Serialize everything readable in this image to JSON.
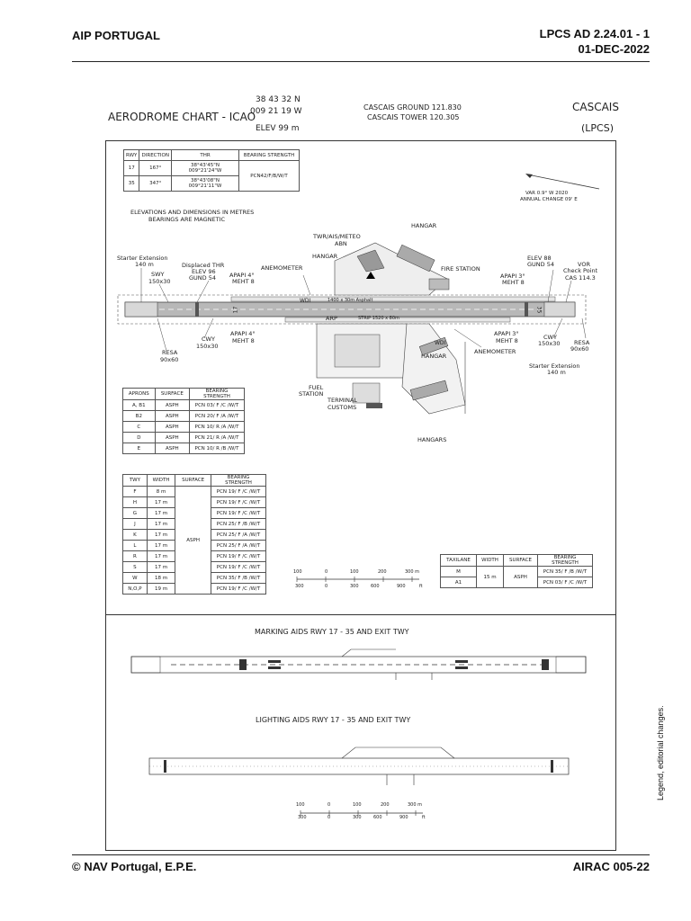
{
  "header": {
    "left": "AIP PORTUGAL",
    "code": "LPCS AD 2.24.01 - 1",
    "date": "01-DEC-2022"
  },
  "footer": {
    "left": "© NAV Portugal, E.P.E.",
    "right": "AIRAC 005-22"
  },
  "side_note": "Legend, editorial changes.",
  "chart": {
    "title": "AERODROME CHART - ICAO",
    "lat": "38 43 32 N",
    "lon": "009 21 19 W",
    "elev": "ELEV  99 m",
    "ground": "CASCAIS GROUND 121.830",
    "tower": "CASCAIS TOWER 120.305",
    "name": "CASCAIS",
    "icao": "(LPCS)",
    "var": "VAR 0.9° W 2020",
    "annual": "ANNUAL CHANGE 09' E",
    "notes1": "ELEVATIONS AND DIMENSIONS IN METRES",
    "notes2": "BEARINGS ARE MAGNETIC",
    "labels": {
      "twr": "TWR/AIS/METEO",
      "abn": "ABN",
      "hangar_top": "HANGAR",
      "hangar_mid": "HANGAR",
      "anemometer_top": "ANEMOMETER",
      "fire": "FIRE STATION",
      "starter_left": "Starter Extension",
      "starter_left_dim": "140 m",
      "swy": "SWY",
      "swy_dim": "150x30",
      "displaced": "Displaced THR",
      "elev96": "ELEV 96",
      "gund54a": "GUND 54",
      "papi_left": "APAPI 4°",
      "meht_left": "MEHT 8",
      "elev88": "ELEV 88",
      "gund54b": "GUND 54",
      "vor": "VOR",
      "checkpt": "Check Point",
      "cas": "CAS 114.3",
      "papi_right": "APAPI 3°",
      "meht_right": "MEHT 8",
      "rwy_dims": "1400 x 30m  Asphalt",
      "strip_dims": "STRIP  1520 x 80m",
      "arp": "ARP",
      "wdi_left": "WDI",
      "wdi_right": "WDI",
      "papi_b_left": "APAPI 4°",
      "meht_b_left": "MEHT 8",
      "papi_b_right": "APAPI 3°",
      "meht_b_right": "MEHT 8",
      "cwy_left": "CWY",
      "cwy_left_dim": "150x30",
      "resa_left": "RESA",
      "resa_left_dim": "90x60",
      "cwy_right": "CWY",
      "cwy_right_dim": "150x30",
      "resa_right": "RESA",
      "resa_right_dim": "90x60",
      "starter_right": "Starter Extension",
      "starter_right_dim": "140 m",
      "anemometer_bot": "ANEMOMETER",
      "hangar_bot": "HANGAR",
      "fuel": "FUEL",
      "fuel_station": "STATION",
      "terminal": "TERMINAL",
      "customs": "CUSTOMS",
      "hangars": "HANGARS",
      "rwy17": "17",
      "rwy35": "35"
    },
    "rwy_table": {
      "headers": [
        "RWY",
        "DIRECTION",
        "THR",
        "BEARING STRENGTH"
      ],
      "rows": [
        [
          "17",
          "167°",
          "38°43'45\"N 009°21'24\"W"
        ],
        [
          "35",
          "347°",
          "38°43'08\"N 009°21'11\"W"
        ]
      ],
      "strength": "PCN42/F/B/W/T"
    },
    "apron_table": {
      "headers": [
        "APRONS",
        "SURFACE",
        "BEARING STRENGTH"
      ],
      "rows": [
        [
          "A, B1",
          "ASPH",
          "PCN 03/ F /C /W/T"
        ],
        [
          "B2",
          "ASPH",
          "PCN 20/ F /A /W/T"
        ],
        [
          "C",
          "ASPH",
          "PCN 10/ R /A /W/T"
        ],
        [
          "D",
          "ASPH",
          "PCN 21/ R /A /W/T"
        ],
        [
          "E",
          "ASPH",
          "PCN 10/ R /B /W/T"
        ]
      ]
    },
    "twy_table": {
      "headers": [
        "TWY",
        "WIDTH",
        "SURFACE",
        "BEARING STRENGTH"
      ],
      "surface": "ASPH",
      "rows": [
        [
          "F",
          "8 m",
          "PCN 19/ F /C /W/T"
        ],
        [
          "H",
          "17 m",
          "PCN 19/ F /C /W/T"
        ],
        [
          "G",
          "17 m",
          "PCN 19/ F /C /W/T"
        ],
        [
          "J",
          "17 m",
          "PCN 25/ F /B /W/T"
        ],
        [
          "K",
          "17 m",
          "PCN 25/ F /A /W/T"
        ],
        [
          "L",
          "17 m",
          "PCN 25/ F /A /W/T"
        ],
        [
          "R",
          "17 m",
          "PCN 19/ F /C /W/T"
        ],
        [
          "S",
          "17 m",
          "PCN 19/ F /C /W/T"
        ],
        [
          "W",
          "18 m",
          "PCN 35/ F /B /W/T"
        ],
        [
          "N,O,P",
          "19 m",
          "PCN 19/ F /C /W/T"
        ]
      ]
    },
    "taxilane_table": {
      "headers": [
        "TAXILANE",
        "WIDTH",
        "SURFACE",
        "BEARING STRENGTH"
      ],
      "width": "15 m",
      "surface": "ASPH",
      "rows": [
        [
          "M",
          "PCN 35/ F /B /W/T"
        ],
        [
          "A1",
          "PCN 03/ F /C /W/T"
        ]
      ]
    },
    "scale": {
      "m": [
        "100",
        "0",
        "100",
        "200",
        "300 m"
      ],
      "ft": [
        "300",
        "0",
        "300",
        "600",
        "900",
        "ft"
      ]
    },
    "marking_title": "MARKING AIDS RWY 17 - 35 AND EXIT TWY",
    "lighting_title": "LIGHTING AIDS RWY 17 - 35 AND EXIT TWY"
  }
}
